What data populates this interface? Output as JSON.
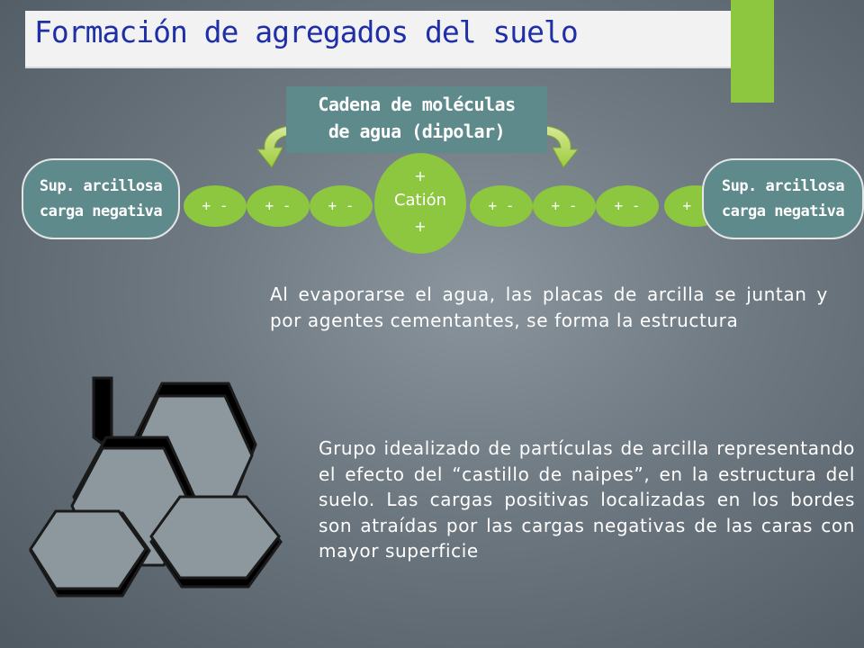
{
  "title": "Formación de agregados del suelo",
  "chain": {
    "line1": "Cadena de moléculas",
    "line2": "de agua (dipolar)"
  },
  "surfaces": {
    "left": {
      "line1": "Sup. arcillosa",
      "line2": "carga negativa"
    },
    "right": {
      "line1": "Sup. arcillosa",
      "line2": "carga negativa"
    }
  },
  "dipole_label": "+ -",
  "cation": {
    "top": "+",
    "label": "Catión",
    "bottom": "+"
  },
  "paragraph_top": "Al evaporarse el agua, las placas de arcilla se juntan y por agentes cementantes, se forma la estructura",
  "paragraph_bottom": "Grupo idealizado de partículas de arcilla representando el efecto del “castillo de naipes”, en la estructura del suelo. Las cargas positivas localizadas en los bordes son atraídas por las cargas negativas de las caras con mayor superficie",
  "colors": {
    "accent_green": "#8dc63f",
    "teal": "#5e8a8b",
    "title_blue": "#1f2fa8",
    "hexagon_fill": "#8c989d"
  }
}
